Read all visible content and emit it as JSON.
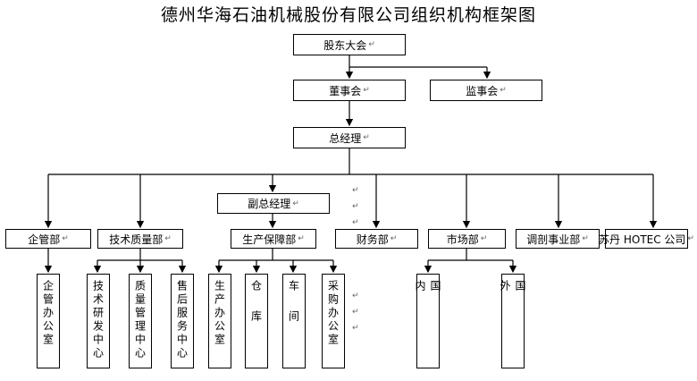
{
  "title": "德州华海石油机械股份有限公司组织机构框架图",
  "para_mark": "↵",
  "nodes": {
    "shareholders": "股东大会",
    "board": "董事会",
    "supervisors": "监事会",
    "gm": "总经理",
    "deputy_gm": "副总经理",
    "enterprise_mgmt": "企管部",
    "tech_quality": "技术质量部",
    "production_support": "生产保障部",
    "finance": "财务部",
    "marketing": "市场部",
    "tuning_business": "调剖事业部",
    "sudan_hotec": "苏丹 HOTEC 公司"
  },
  "subunits": {
    "enterprise_office": "企管办公室",
    "tech_rd_center": "技术研发中心",
    "quality_center": "质量管理中心",
    "after_sales_center": "售后服务中心",
    "production_office": "生产办公室",
    "warehouse": "仓库",
    "workshop": "车间",
    "purchasing_office": "采购办公室",
    "domestic": "国内",
    "overseas": "国外"
  },
  "colors": {
    "line": "#000000",
    "mark": "#666666"
  }
}
